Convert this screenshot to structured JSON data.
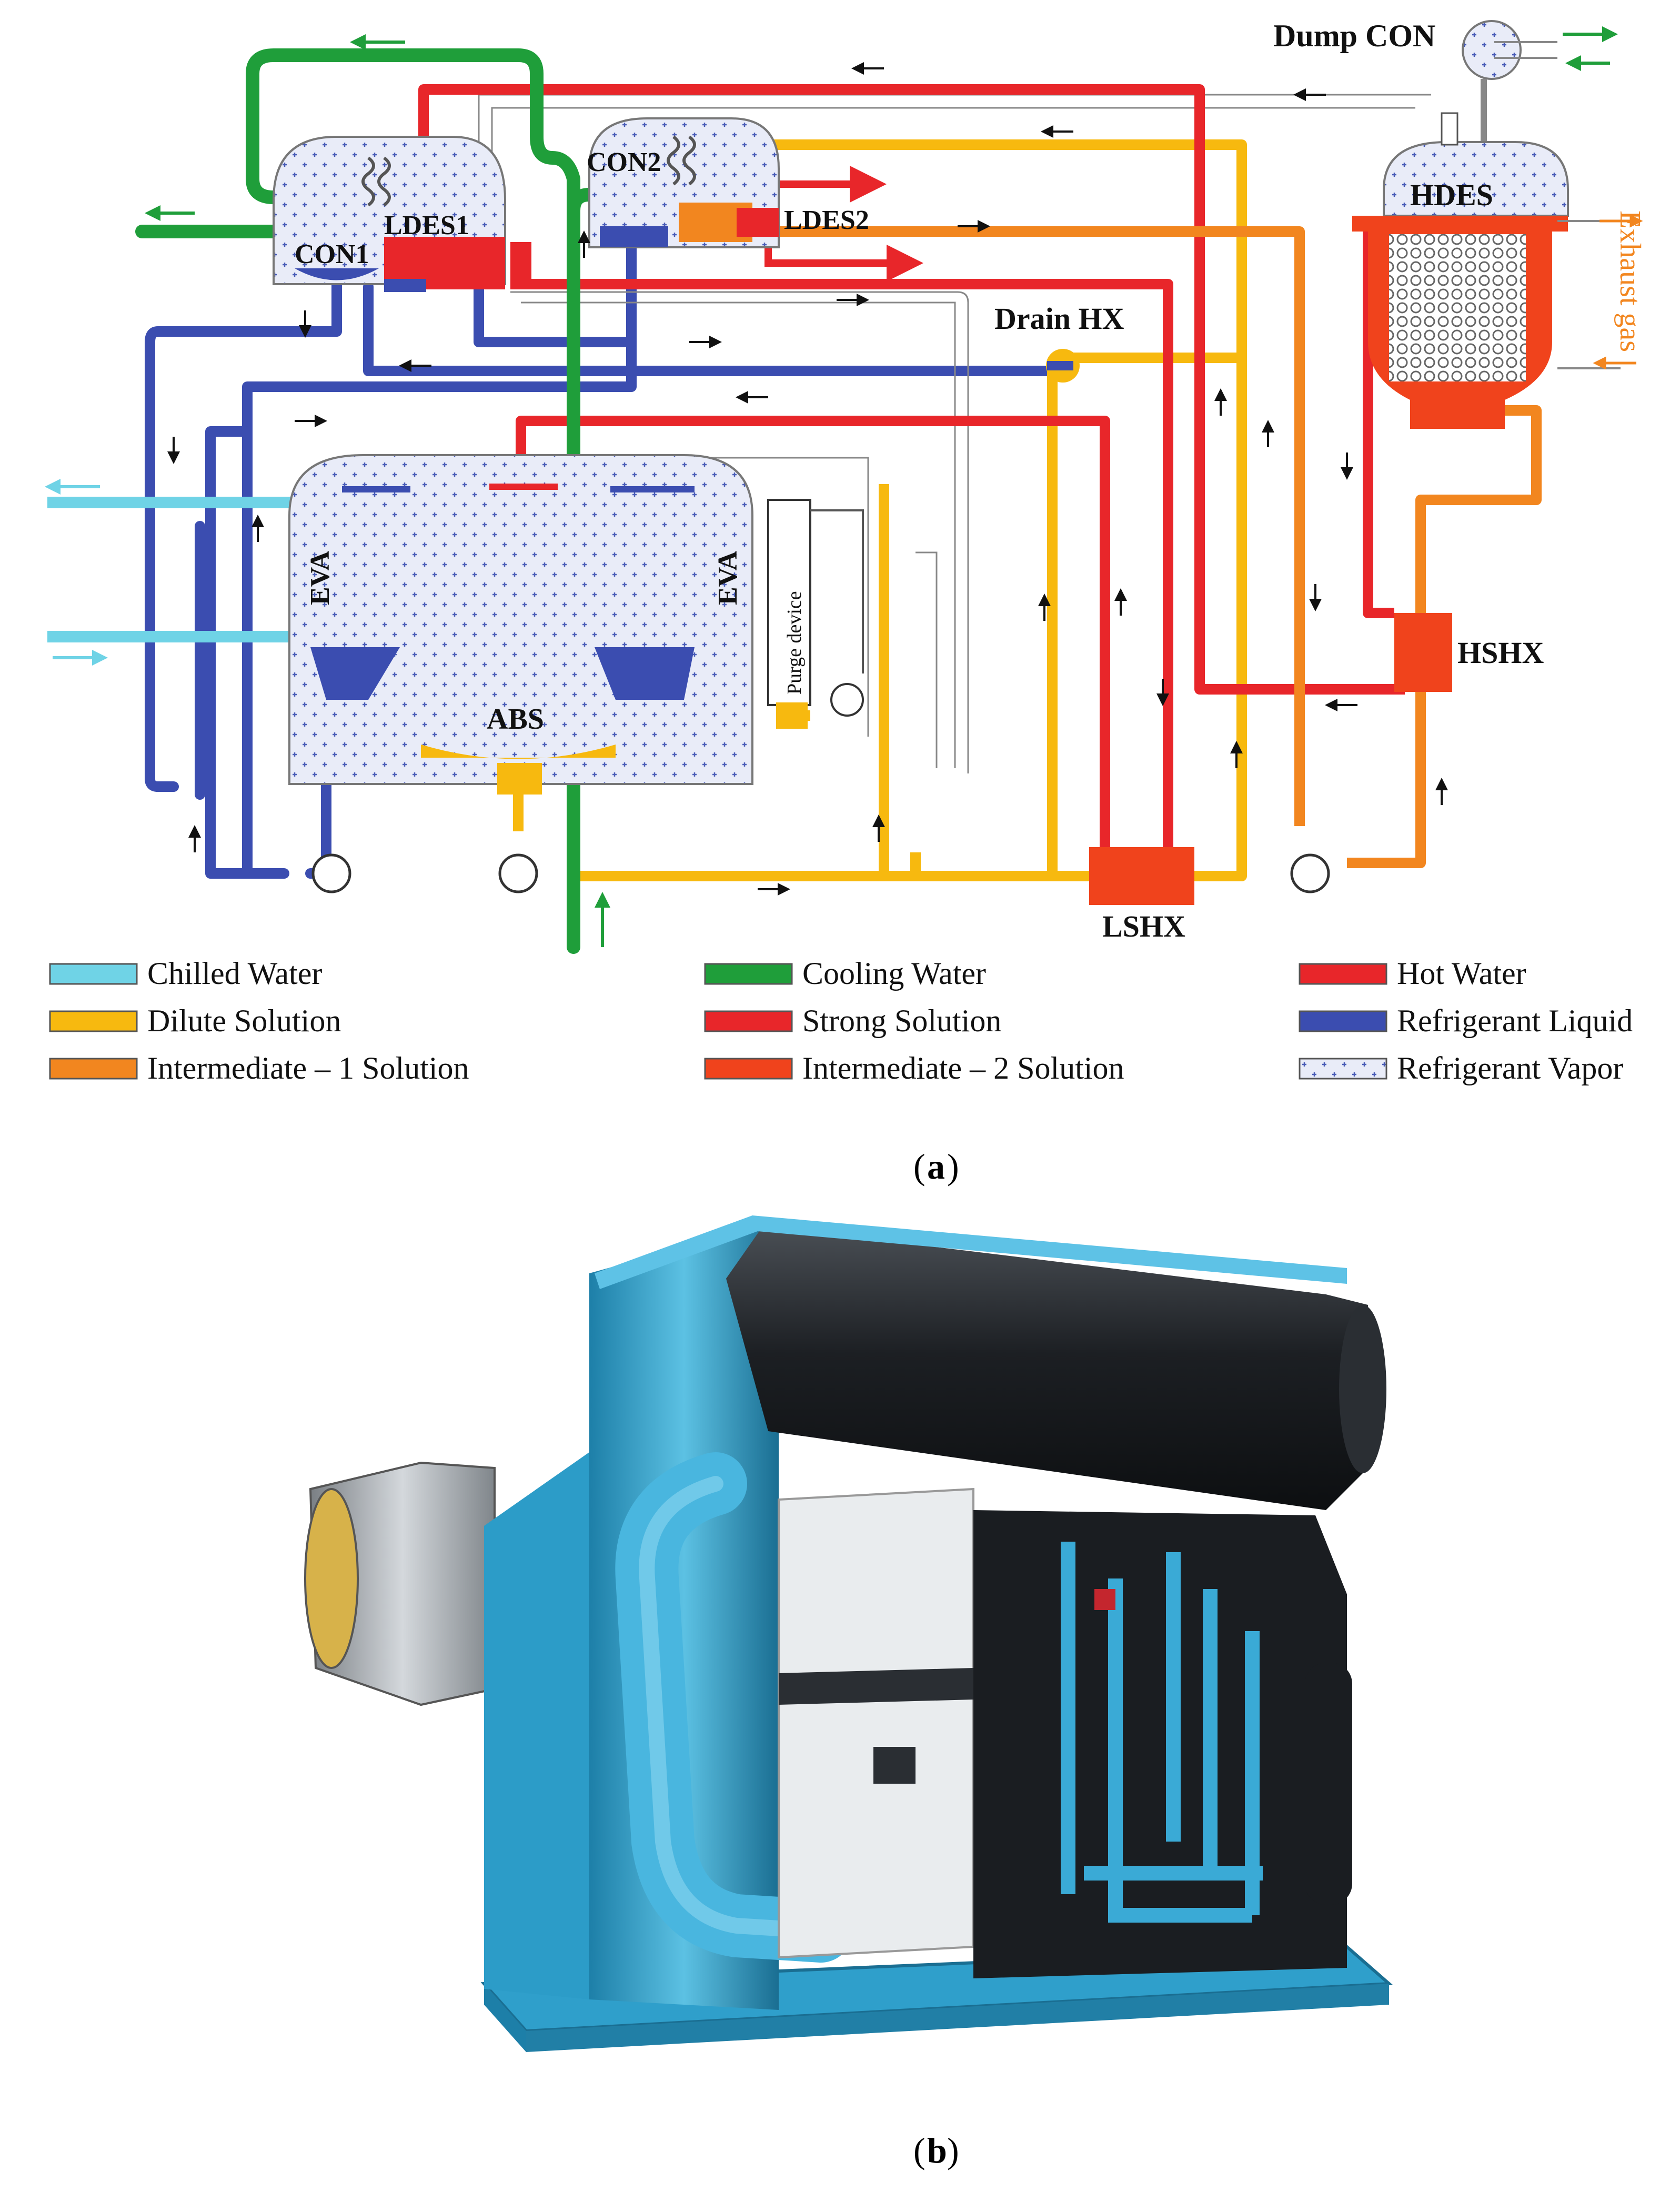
{
  "diagram": {
    "components": {
      "dump_con": "Dump CON",
      "con1": "CON1",
      "con2": "CON2",
      "ldes1": "LDES1",
      "ldes2": "LDES2",
      "hdes": "HDES",
      "drain_hx": "Drain HX",
      "eva_left": "EVA",
      "eva_right": "EVA",
      "abs": "ABS",
      "purge_device": "Purge device",
      "hshx": "HSHX",
      "lshx": "LSHX",
      "exhaust_gas": "Exhaust gas"
    },
    "colors": {
      "chilled_water": "#6fd3e6",
      "cooling_water": "#1f9e3a",
      "hot_water": "#e8262a",
      "dilute_solution": "#f7b90f",
      "strong_solution": "#e8262a",
      "refrigerant_liquid": "#3b4db0",
      "intermediate1": "#f2861f",
      "intermediate2": "#f0431c",
      "vapor_fill": "#e9ecf8",
      "vapor_dot": "#4a5db8",
      "exhaust_label": "#f2861f"
    }
  },
  "legend": [
    {
      "label": "Chilled Water",
      "color": "#6fd3e6",
      "style": "solid"
    },
    {
      "label": "Dilute Solution",
      "color": "#f7b90f",
      "style": "solid"
    },
    {
      "label": "Intermediate – 1 Solution",
      "color": "#f2861f",
      "style": "solid"
    },
    {
      "label": "Cooling Water",
      "color": "#1f9e3a",
      "style": "solid"
    },
    {
      "label": "Strong Solution",
      "color": "#e8262a",
      "style": "solid"
    },
    {
      "label": "Intermediate – 2 Solution",
      "color": "#f0431c",
      "style": "solid"
    },
    {
      "label": "Hot Water",
      "color": "#e8262a",
      "style": "solid"
    },
    {
      "label": "Refrigerant Liquid",
      "color": "#3b4db0",
      "style": "solid"
    },
    {
      "label": "Refrigerant Vapor",
      "color": "#e9ecf8",
      "style": "dotted"
    }
  ],
  "captions": {
    "a": "a",
    "b": "b"
  }
}
